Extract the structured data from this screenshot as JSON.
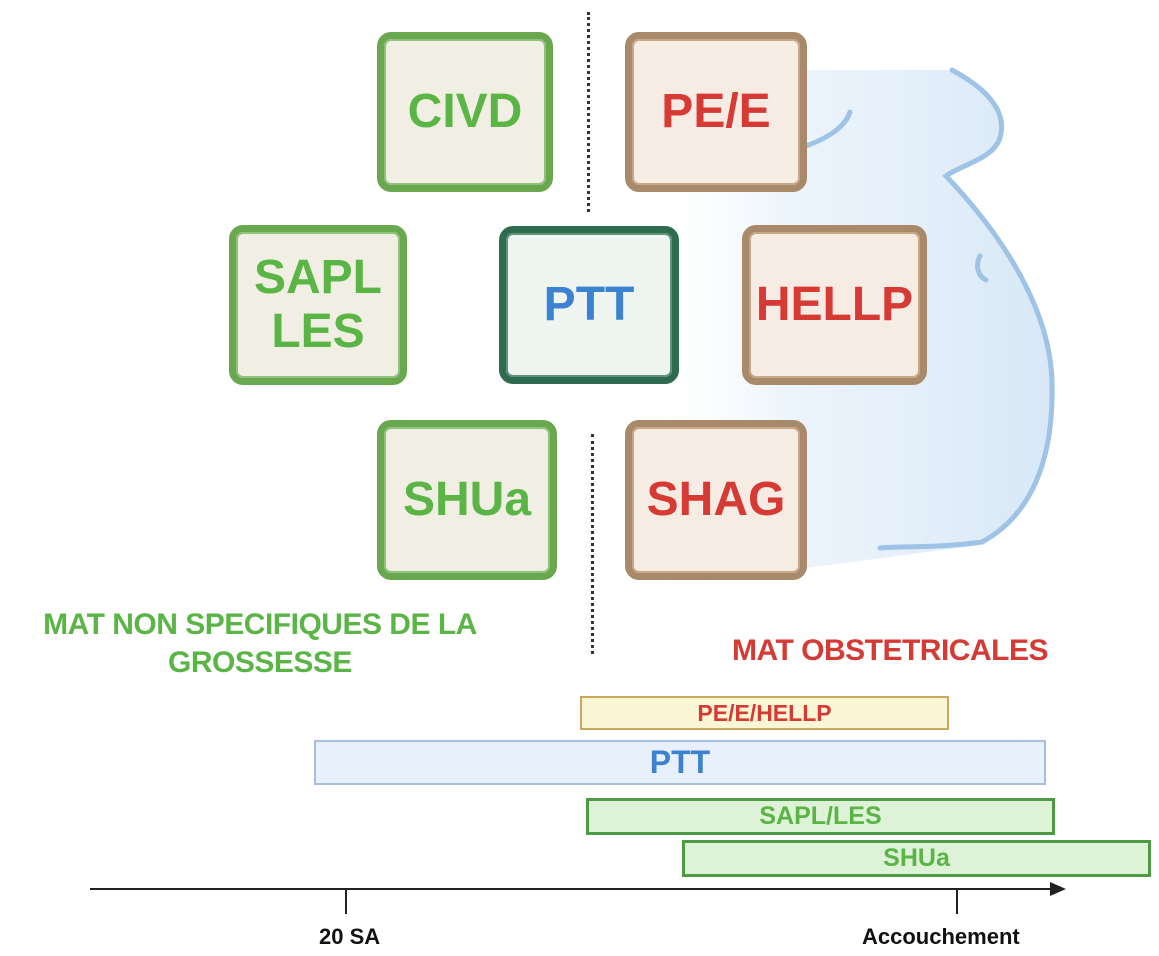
{
  "boxes": {
    "civd": "CIVD",
    "pe_e": "PE/E",
    "sapl": "SAPL",
    "les": "LES",
    "ptt": "PTT",
    "hellp": "HELLP",
    "shua": "SHUa",
    "shag": "SHAG"
  },
  "captions": {
    "non_specific_line1": "MAT NON SPECIFIQUES DE LA",
    "non_specific_line2": "GROSSESSE",
    "obstetrical": "MAT OBSTETRICALES"
  },
  "timeline": {
    "bars": {
      "pe_e_hellp": "PE/E/HELLP",
      "ptt": "PTT",
      "sapl_les": "SAPL/LES",
      "shua": "SHUa"
    },
    "ticks": {
      "sa20": "20 SA",
      "delivery": "Accouchement"
    }
  },
  "colors": {
    "green_text": "#5ab546",
    "red_text": "#d63a35",
    "blue_text": "#3b82d0",
    "belly_fill": "#dcebf8",
    "belly_outline": "#9fc3e6"
  }
}
